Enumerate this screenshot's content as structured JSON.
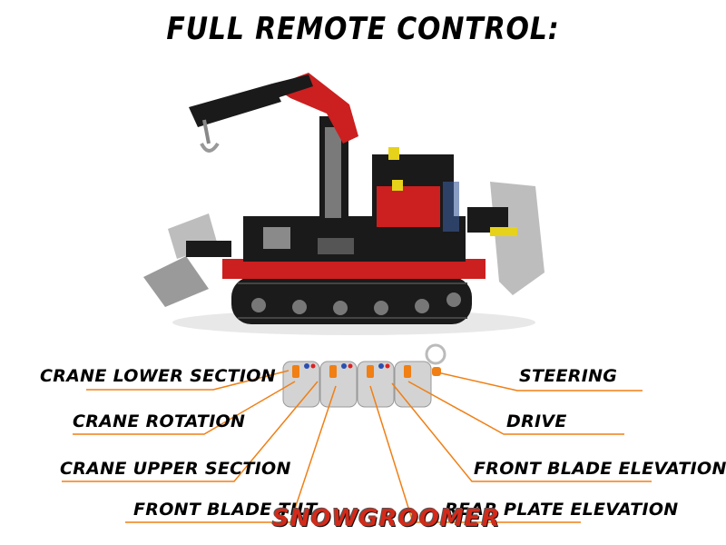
{
  "title": "FULL REMOTE CONTROL:",
  "labels": {
    "crane_lower_section": "CRANE LOWER SECTION",
    "crane_rotation": "CRANE ROTATION",
    "crane_upper_section": "CRANE UPPER SECTION",
    "front_blade_tilt": "FRONT BLADE TILT",
    "steering": "STEERING",
    "drive": "DRIVE",
    "front_blade_elevation": "FRONT BLADE ELEVATION",
    "rear_plate_elevation": "REAR PLATE ELEVATION"
  },
  "watermark": "SNOWGROOMER",
  "colors": {
    "leader_line": "#f07f14",
    "model_red": "#cc1f1f",
    "model_black": "#1a1a1a",
    "model_grey": "#9a9a9a"
  }
}
